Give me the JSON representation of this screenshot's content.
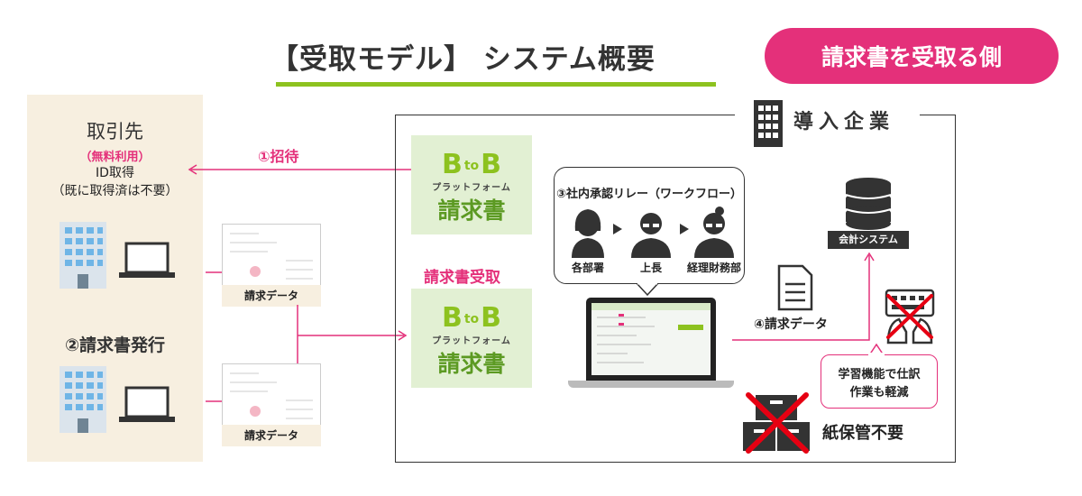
{
  "header": {
    "title": "【受取モデル】 システム概要",
    "side_badge": "請求書を受取る側"
  },
  "partner": {
    "name": "取引先",
    "free": "（無料利用）",
    "id_line": "ID取得",
    "id_note": "（既に取得済は不要）",
    "issue_label": "②請求書発行"
  },
  "flows": {
    "invite": "①招待",
    "data_label_1": "請求データ",
    "data_label_2": "請求データ",
    "receipt": "請求書受取",
    "data4": "④請求データ"
  },
  "company": {
    "label": "導入企業"
  },
  "platform": {
    "logo_b1": "B",
    "logo_to": "to",
    "logo_b2": "B",
    "sub": "プラットフォーム",
    "main": "請求書"
  },
  "workflow": {
    "title": "③社内承認リレー（ワークフロー）",
    "roles": [
      "各部署",
      "上長",
      "経理財務部"
    ]
  },
  "accounting": {
    "label": "会計システム"
  },
  "learning": {
    "line1": "学習機能で仕訳",
    "line2": "作業も軽減"
  },
  "storage": {
    "label": "紙保管不要"
  },
  "colors": {
    "pink": "#e4307a",
    "green": "#8dc21f",
    "beige": "#f7efe0",
    "light_green": "#e2f0d3"
  }
}
